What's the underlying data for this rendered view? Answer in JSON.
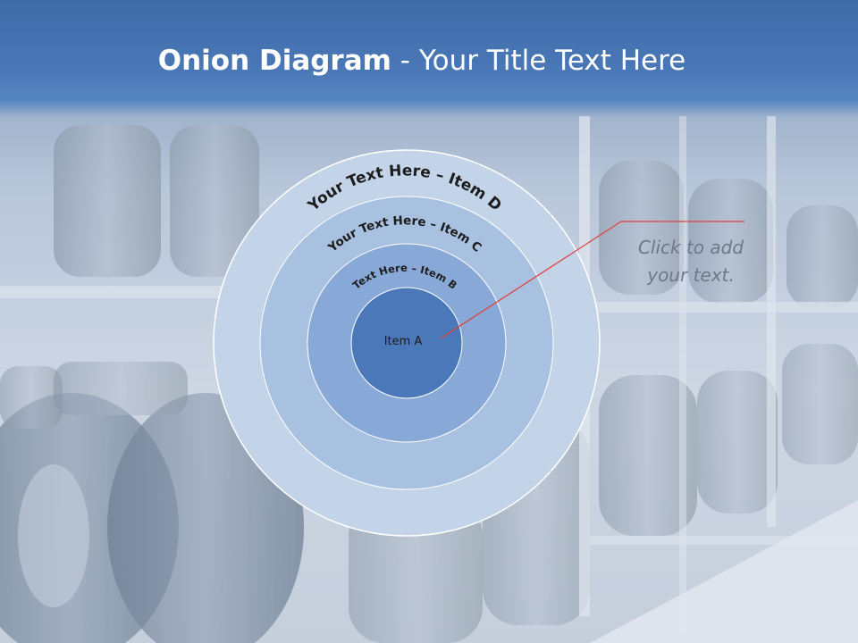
{
  "slide": {
    "title_bold": "Onion Diagram",
    "title_rest": " - Your Title Text Here"
  },
  "diagram": {
    "rings": [
      {
        "label": "Your Text Here – Item D",
        "color": "#c3d3e8"
      },
      {
        "label": "Your Text Here – Item C",
        "color": "#a9c1e0"
      },
      {
        "label": "Text Here – Item B",
        "color": "#88a9d7"
      },
      {
        "label": "Item A",
        "color": "#4b78b8"
      }
    ],
    "callout_lines": [
      "Click  to add",
      "your text."
    ],
    "callout_line_color": "#e0403c"
  },
  "colors": {
    "header": "#4a78b6",
    "title_text": "#ffffff",
    "label_text": "#1c1c1c"
  }
}
